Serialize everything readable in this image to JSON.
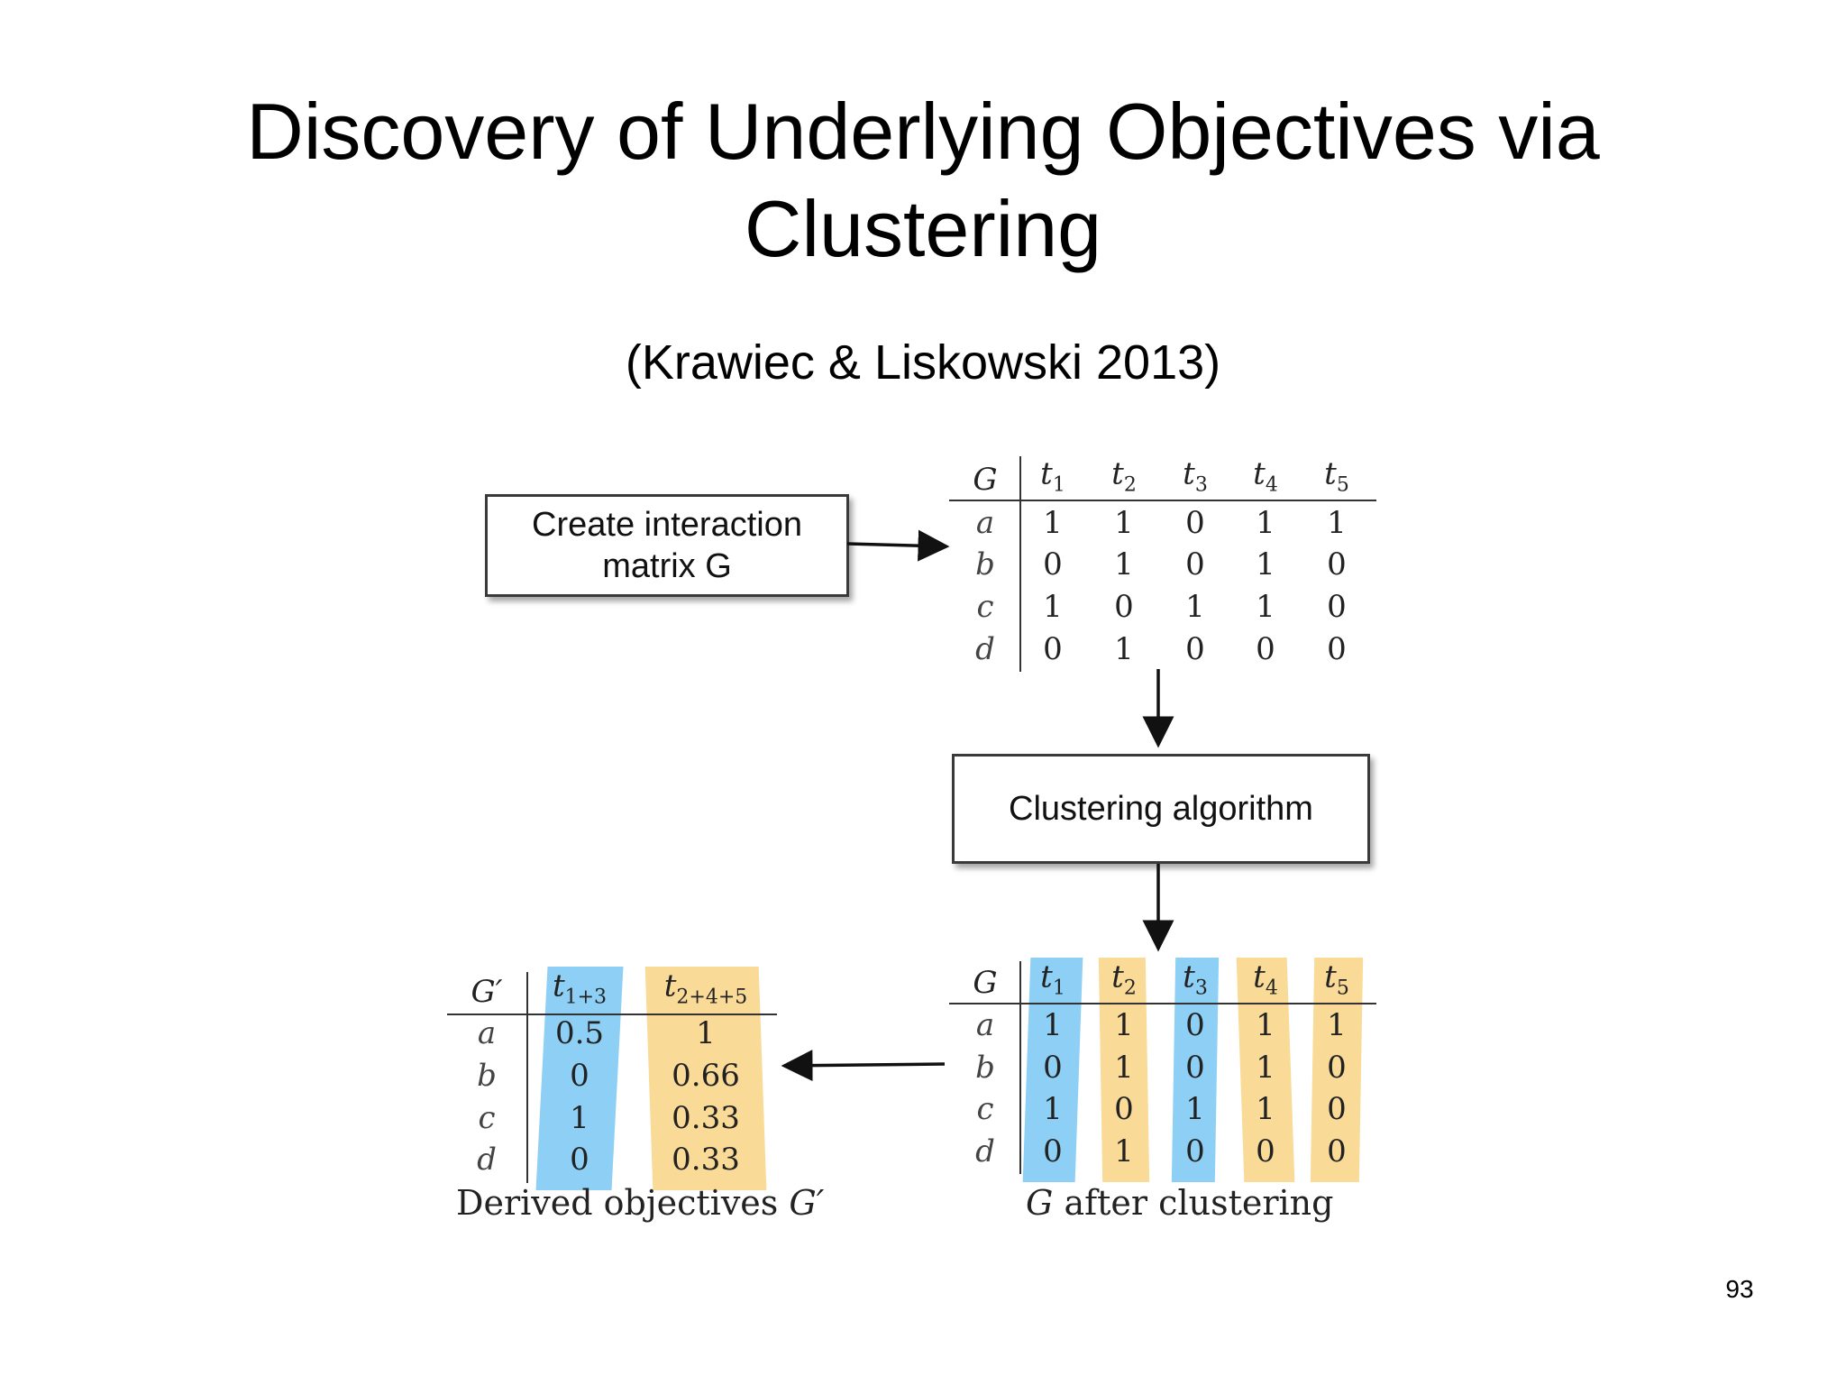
{
  "slide": {
    "title_line1": "Discovery of Underlying Objectives via",
    "title_line2": "Clustering",
    "citation": "(Krawiec & Liskowski 2013)",
    "page_number": "93"
  },
  "boxes": {
    "create": {
      "line1": "Create interaction",
      "line2": "matrix G"
    },
    "clustering": "Clustering algorithm"
  },
  "matrix_g": {
    "corner": "G",
    "columns": [
      {
        "base": "t",
        "sub": "1"
      },
      {
        "base": "t",
        "sub": "2"
      },
      {
        "base": "t",
        "sub": "3"
      },
      {
        "base": "t",
        "sub": "4"
      },
      {
        "base": "t",
        "sub": "5"
      }
    ],
    "rows": [
      {
        "label": "a",
        "values": [
          "1",
          "1",
          "0",
          "1",
          "1"
        ]
      },
      {
        "label": "b",
        "values": [
          "0",
          "1",
          "0",
          "1",
          "0"
        ]
      },
      {
        "label": "c",
        "values": [
          "1",
          "0",
          "1",
          "1",
          "0"
        ]
      },
      {
        "label": "d",
        "values": [
          "0",
          "1",
          "0",
          "0",
          "0"
        ]
      }
    ]
  },
  "matrix_clustered": {
    "corner": "G",
    "columns": [
      {
        "base": "t",
        "sub": "1",
        "cluster": "blue"
      },
      {
        "base": "t",
        "sub": "2",
        "cluster": "orange"
      },
      {
        "base": "t",
        "sub": "3",
        "cluster": "blue"
      },
      {
        "base": "t",
        "sub": "4",
        "cluster": "orange"
      },
      {
        "base": "t",
        "sub": "5",
        "cluster": "orange"
      }
    ],
    "rows": [
      {
        "label": "a",
        "values": [
          "1",
          "1",
          "0",
          "1",
          "1"
        ]
      },
      {
        "label": "b",
        "values": [
          "0",
          "1",
          "0",
          "1",
          "0"
        ]
      },
      {
        "label": "c",
        "values": [
          "1",
          "0",
          "1",
          "1",
          "0"
        ]
      },
      {
        "label": "d",
        "values": [
          "0",
          "1",
          "0",
          "0",
          "0"
        ]
      }
    ],
    "caption_symbol": "G",
    "caption_text": " after clustering"
  },
  "matrix_derived": {
    "corner": "G′",
    "columns": [
      {
        "base": "t",
        "sub": "1+3",
        "cluster": "blue"
      },
      {
        "base": "t",
        "sub": "2+4+5",
        "cluster": "orange"
      }
    ],
    "rows": [
      {
        "label": "a",
        "values": [
          "0.5",
          "1"
        ]
      },
      {
        "label": "b",
        "values": [
          "0",
          "0.66"
        ]
      },
      {
        "label": "c",
        "values": [
          "1",
          "0.33"
        ]
      },
      {
        "label": "d",
        "values": [
          "0",
          "0.33"
        ]
      }
    ],
    "caption_text": "Derived objectives ",
    "caption_symbol": "G′"
  },
  "colors": {
    "cluster_blue": "#6ec3f2",
    "cluster_orange": "#f8cf7a",
    "arrow": "#111111"
  }
}
